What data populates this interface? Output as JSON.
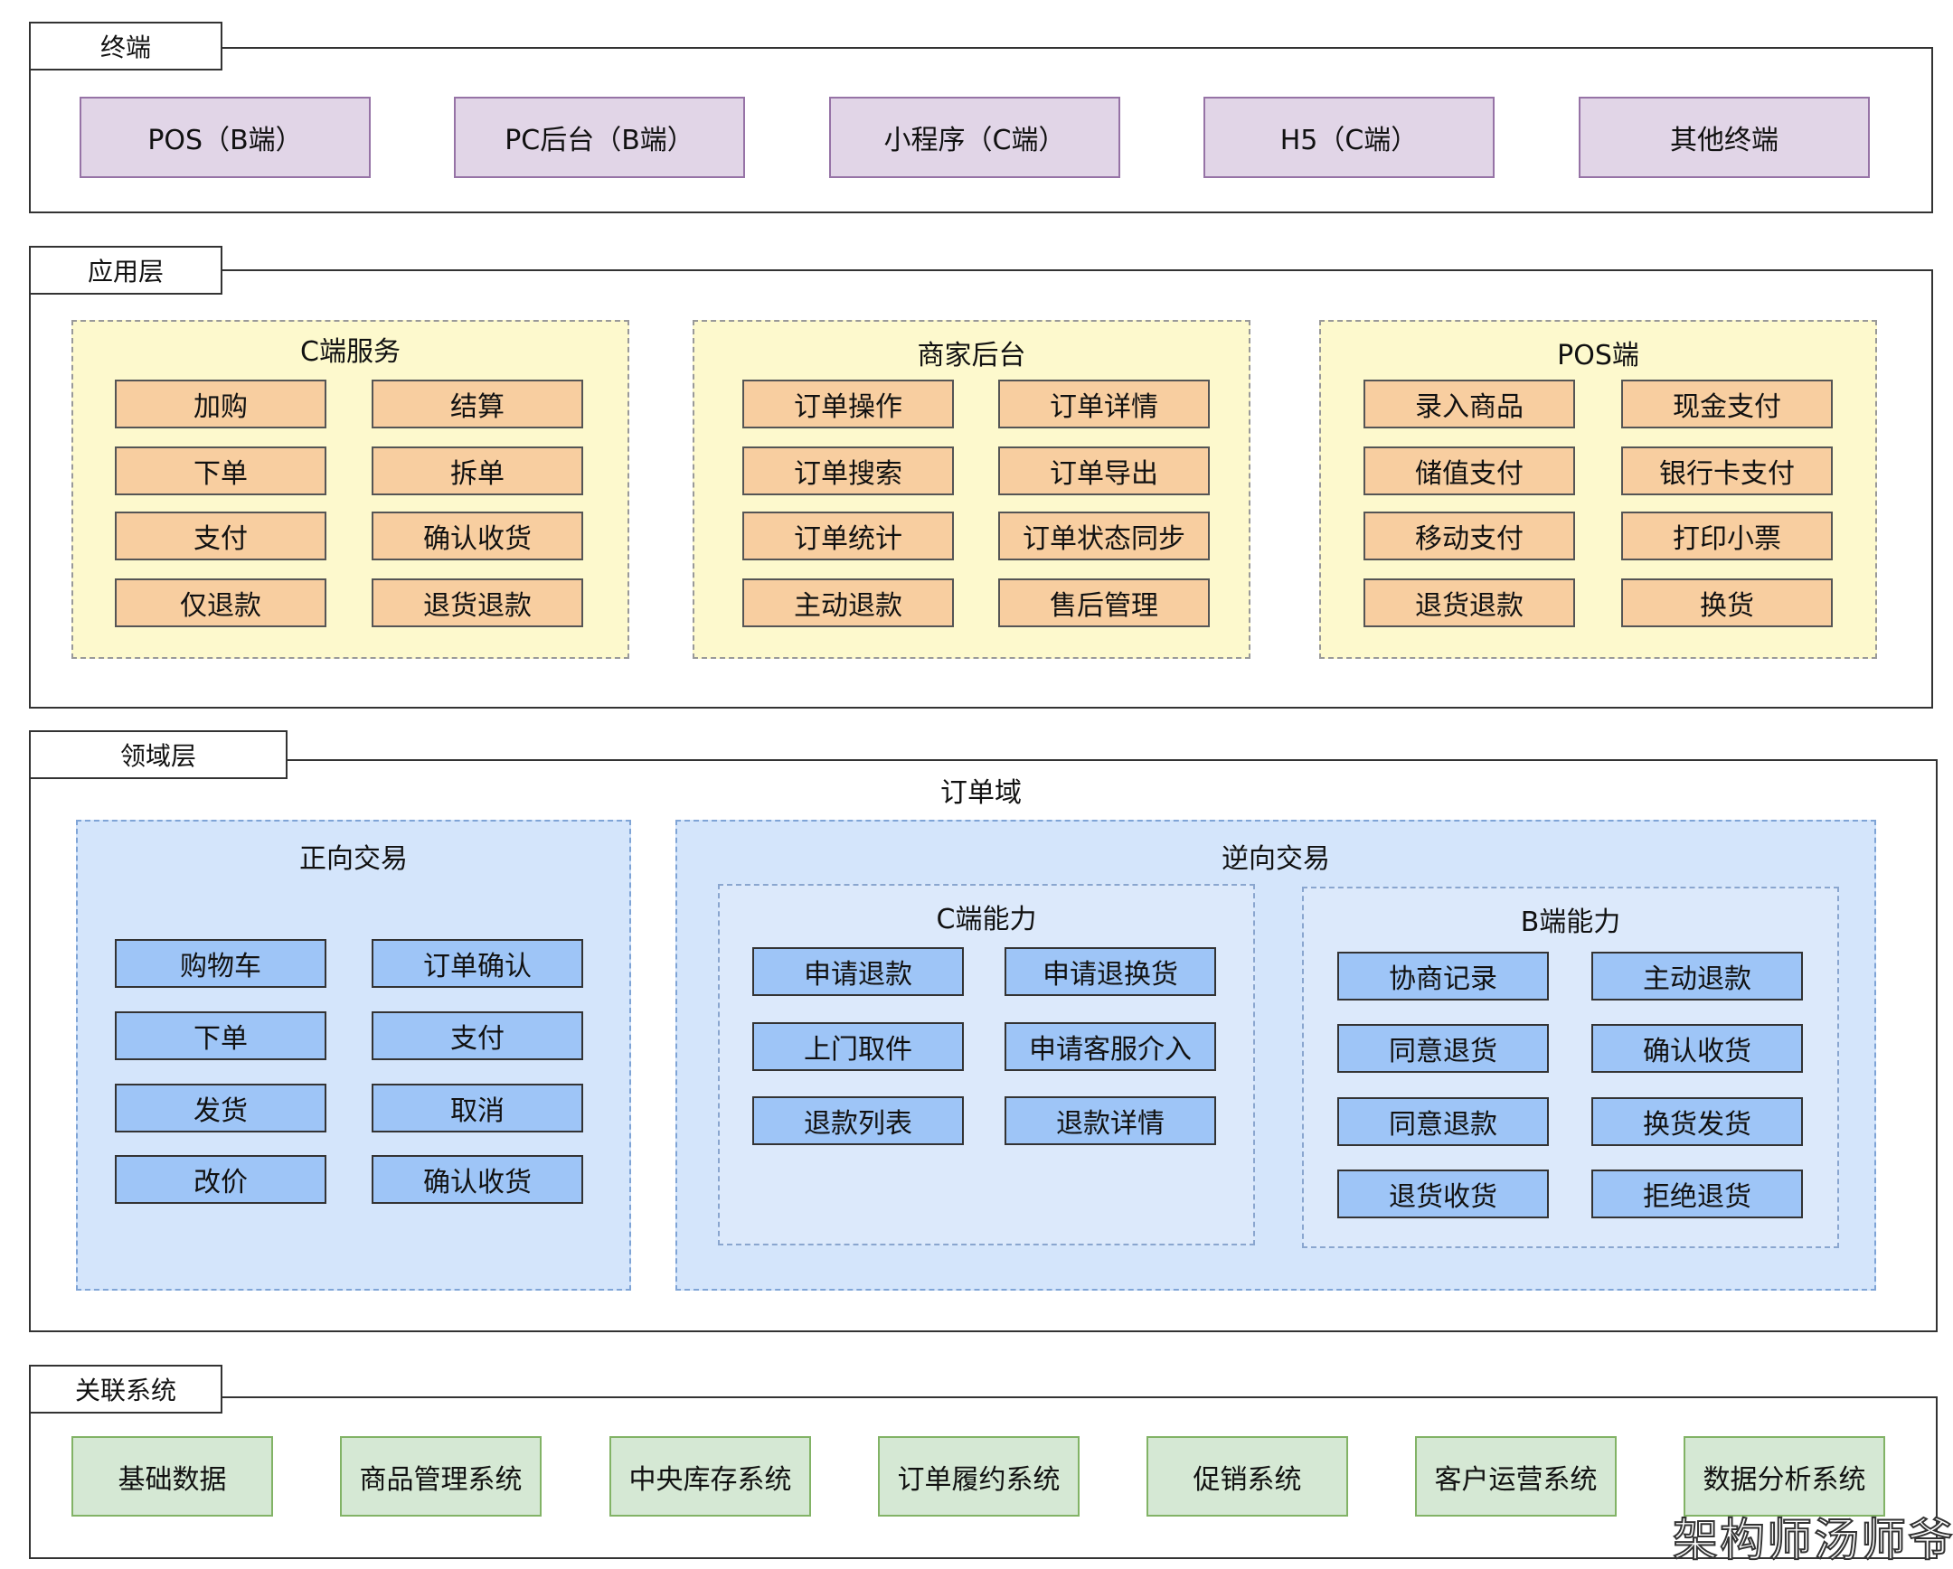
{
  "terminal": {
    "tab": "终端",
    "items": [
      "POS（B端）",
      "PC后台（B端）",
      "小程序（C端）",
      "H5（C端）",
      "其他终端"
    ]
  },
  "app": {
    "tab": "应用层",
    "groups": [
      {
        "title": "C端服务",
        "items": [
          "加购",
          "结算",
          "下单",
          "拆单",
          "支付",
          "确认收货",
          "仅退款",
          "退货退款"
        ]
      },
      {
        "title": "商家后台",
        "items": [
          "订单操作",
          "订单详情",
          "订单搜索",
          "订单导出",
          "订单统计",
          "订单状态同步",
          "主动退款",
          "售后管理"
        ]
      },
      {
        "title": "POS端",
        "items": [
          "录入商品",
          "现金支付",
          "储值支付",
          "银行卡支付",
          "移动支付",
          "打印小票",
          "退货退款",
          "换货"
        ]
      }
    ]
  },
  "domain": {
    "tab": "领域层",
    "title": "订单域",
    "forward": {
      "title": "正向交易",
      "items": [
        "购物车",
        "订单确认",
        "下单",
        "支付",
        "发货",
        "取消",
        "改价",
        "确认收货"
      ]
    },
    "reverse": {
      "title": "逆向交易",
      "c": {
        "title": "C端能力",
        "items": [
          "申请退款",
          "申请退换货",
          "上门取件",
          "申请客服介入",
          "退款列表",
          "退款详情"
        ]
      },
      "b": {
        "title": "B端能力",
        "items": [
          "协商记录",
          "主动退款",
          "同意退货",
          "确认收货",
          "同意退款",
          "换货发货",
          "退货收货",
          "拒绝退货"
        ]
      }
    }
  },
  "related": {
    "tab": "关联系统",
    "items": [
      "基础数据",
      "商品管理系统",
      "中央库存系统",
      "订单履约系统",
      "促销系统",
      "客户运营系统",
      "数据分析系统"
    ]
  },
  "watermark": "架构师汤师爷"
}
